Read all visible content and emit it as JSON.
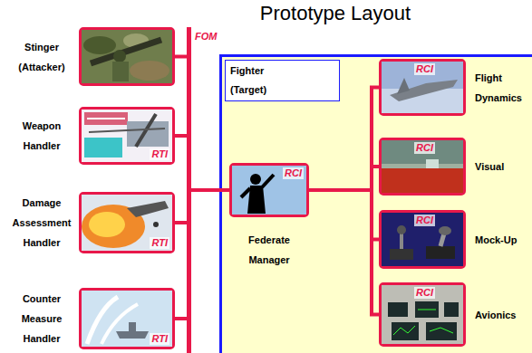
{
  "diagram": {
    "title": "Prototype Layout",
    "nodes": [
      {
        "text": [
          "Stinger (Attacker)"
        ]
      },
      {
        "text": [
          "Weapon Handler",
          "RTI"
        ]
      },
      {
        "text": [
          "Damage Assessment Handler",
          "RTI"
        ]
      },
      {
        "text": [
          "Counter Measure Handler",
          "RTI"
        ]
      },
      {
        "text": [
          "FOM"
        ]
      },
      {
        "text": [
          "Fighter (Target)"
        ]
      },
      {
        "text": [
          "RCI",
          "Federate Manager"
        ],
        "in": 5
      },
      {
        "text": [
          "RCI",
          "Flight Dynamics"
        ],
        "in": 5
      },
      {
        "text": [
          "RCI",
          "Visual"
        ],
        "in": 5
      },
      {
        "text": [
          "RCI",
          "Mock-Up"
        ],
        "in": 5
      },
      {
        "text": [
          "RCI",
          "Avionics"
        ],
        "in": 5
      }
    ],
    "edges": [
      {
        "from": 0,
        "to": 4,
        "arrow": "none"
      },
      {
        "from": 1,
        "to": 4,
        "arrow": "none"
      },
      {
        "from": 2,
        "to": 4,
        "arrow": "none"
      },
      {
        "from": 3,
        "to": 4,
        "arrow": "none"
      },
      {
        "from": 4,
        "to": 6,
        "arrow": "none"
      },
      {
        "from": 6,
        "to": 7,
        "arrow": "none"
      },
      {
        "from": 6,
        "to": 8,
        "arrow": "none"
      },
      {
        "from": 6,
        "to": 9,
        "arrow": "none"
      },
      {
        "from": 6,
        "to": 10,
        "arrow": "none"
      }
    ]
  }
}
